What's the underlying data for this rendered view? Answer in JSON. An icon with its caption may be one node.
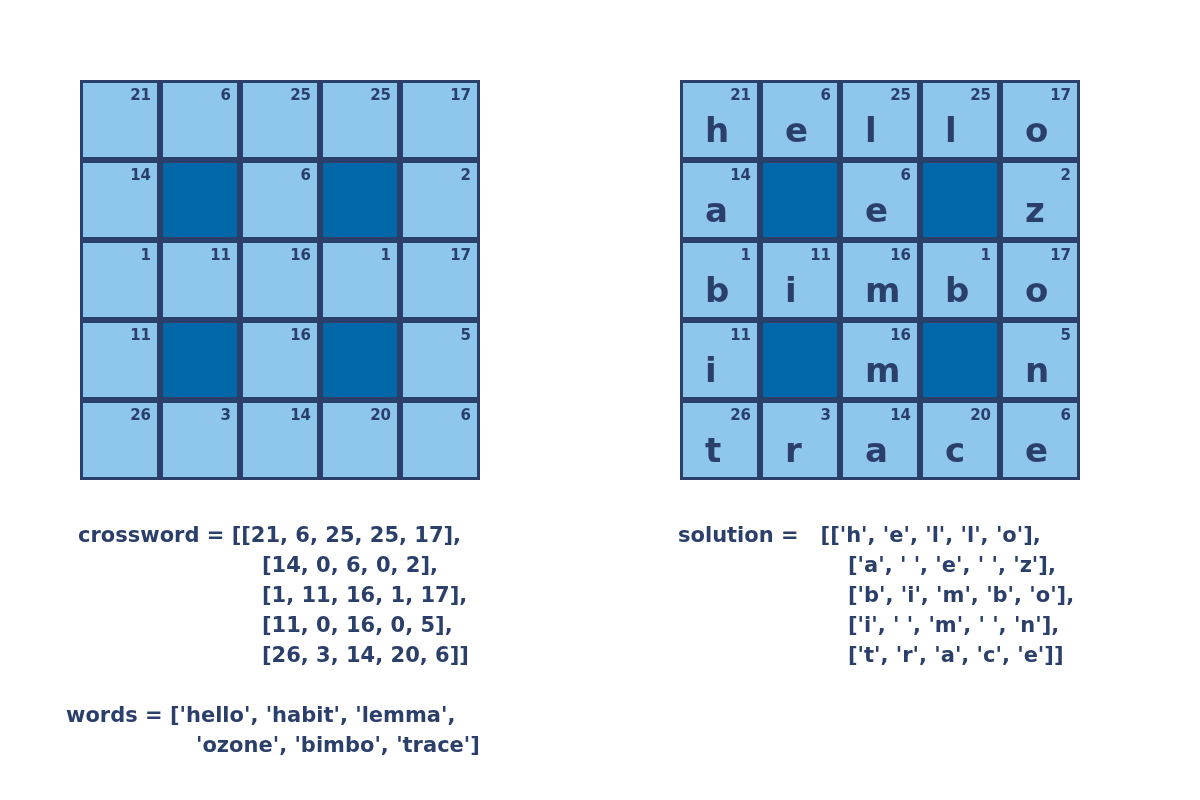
{
  "diagram": {
    "labels": [
      "21",
      "6",
      "25",
      "25",
      "17",
      "14",
      "6",
      "2",
      "1",
      "11",
      "16",
      "1",
      "17",
      "11",
      "16",
      "5",
      "26",
      "3",
      "14",
      "20",
      "6",
      "21",
      "h",
      "6",
      "e",
      "25",
      "l",
      "25",
      "l",
      "17",
      "o",
      "14",
      "a",
      "6",
      "e",
      "2",
      "z",
      "1",
      "b",
      "11",
      "i",
      "16",
      "m",
      "1",
      "b",
      "17",
      "o",
      "11",
      "i",
      "16",
      "m",
      "5",
      "n",
      "26",
      "t",
      "3",
      "r",
      "14",
      "a",
      "20",
      "c",
      "6",
      "e",
      "crossword = [[21, 6, 25, 25, 17],",
      "[14, 0, 6, 0, 2],",
      "[1, 11, 16, 1, 17],",
      "[11, 0, 16, 0, 5],",
      "[26, 3, 14, 20, 6]]",
      "solution =   [['h', 'e', 'l', 'l', 'o'],",
      "['a', ' ', 'e', ' ', 'z'],",
      "['b', 'i', 'm', 'b', 'o'],",
      "['i', ' ', 'm', ' ', 'n'],",
      "['t', 'r', 'a', 'c', 'e']]",
      "words = ['hello', 'habit', 'lemma',",
      "'ozone', 'bimbo', 'trace']"
    ]
  }
}
